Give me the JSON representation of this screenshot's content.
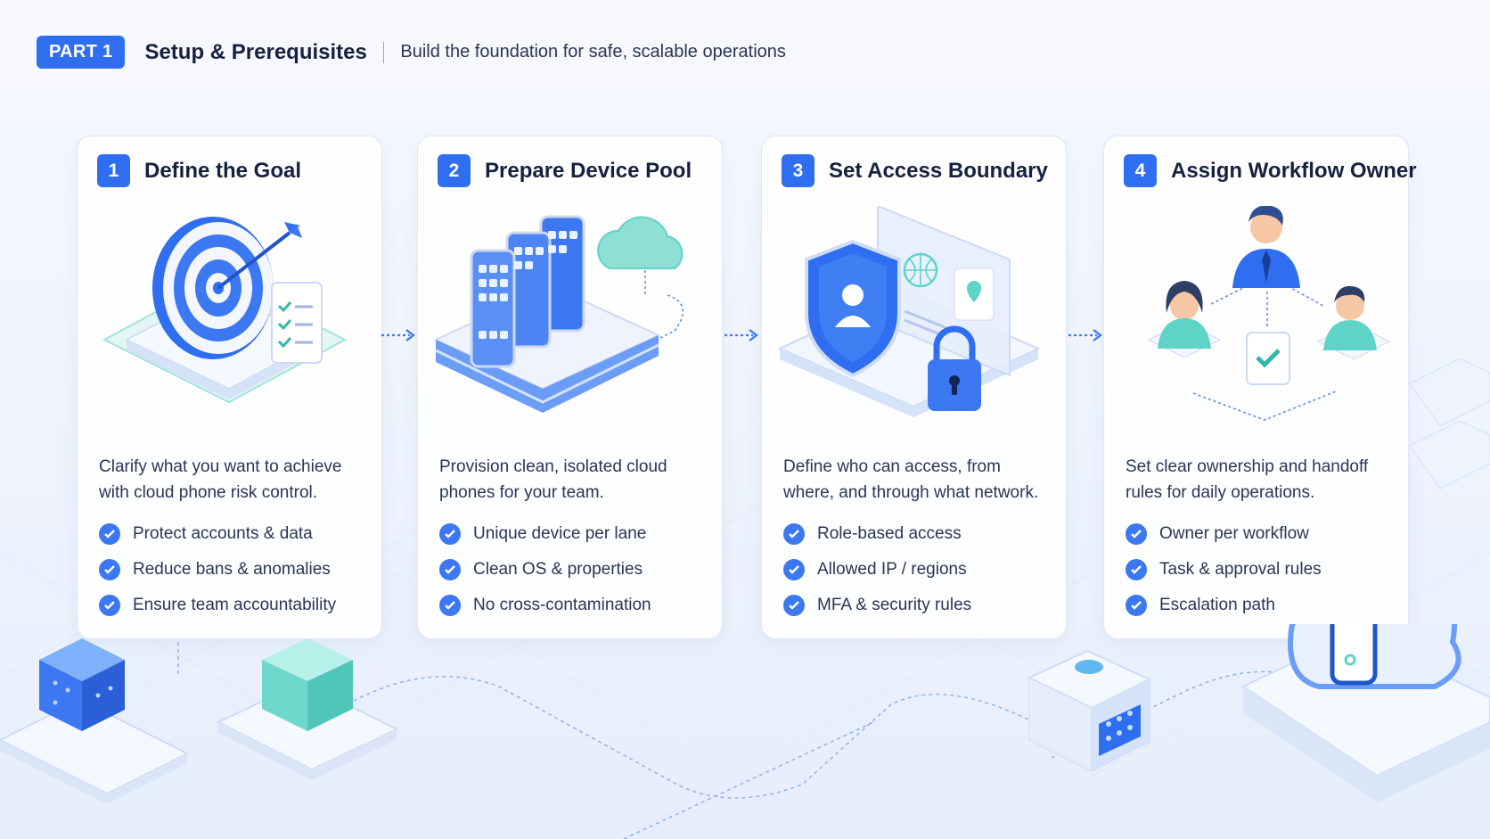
{
  "header": {
    "badge": "PART 1",
    "title": "Setup & Prerequisites",
    "subtitle": "Build the foundation for safe, scalable operations"
  },
  "cards": [
    {
      "number": "1",
      "title": "Define the Goal",
      "illustration": "target-icon",
      "description": "Clarify what you want to achieve with cloud phone risk control.",
      "items": [
        "Protect accounts & data",
        "Reduce bans & anomalies",
        "Ensure team accountability"
      ]
    },
    {
      "number": "2",
      "title": "Prepare Device Pool",
      "illustration": "phones-cloud-icon",
      "description": "Provision clean, isolated cloud phones for your team.",
      "items": [
        "Unique device per lane",
        "Clean OS & properties",
        "No cross-contamination"
      ]
    },
    {
      "number": "3",
      "title": "Set Access Boundary",
      "illustration": "shield-lock-icon",
      "description": "Define who can access, from where, and through what network.",
      "items": [
        "Role-based access",
        "Allowed IP / regions",
        "MFA & security rules"
      ]
    },
    {
      "number": "4",
      "title": "Assign Workflow Owner",
      "illustration": "team-owner-icon",
      "description": "Set clear ownership and handoff rules for daily operations.",
      "items": [
        "Owner per workflow",
        "Task & approval rules",
        "Escalation path"
      ]
    }
  ],
  "colors": {
    "accent": "#2f6ef0",
    "teal": "#5fd3c7",
    "background": "#eef3fd"
  }
}
